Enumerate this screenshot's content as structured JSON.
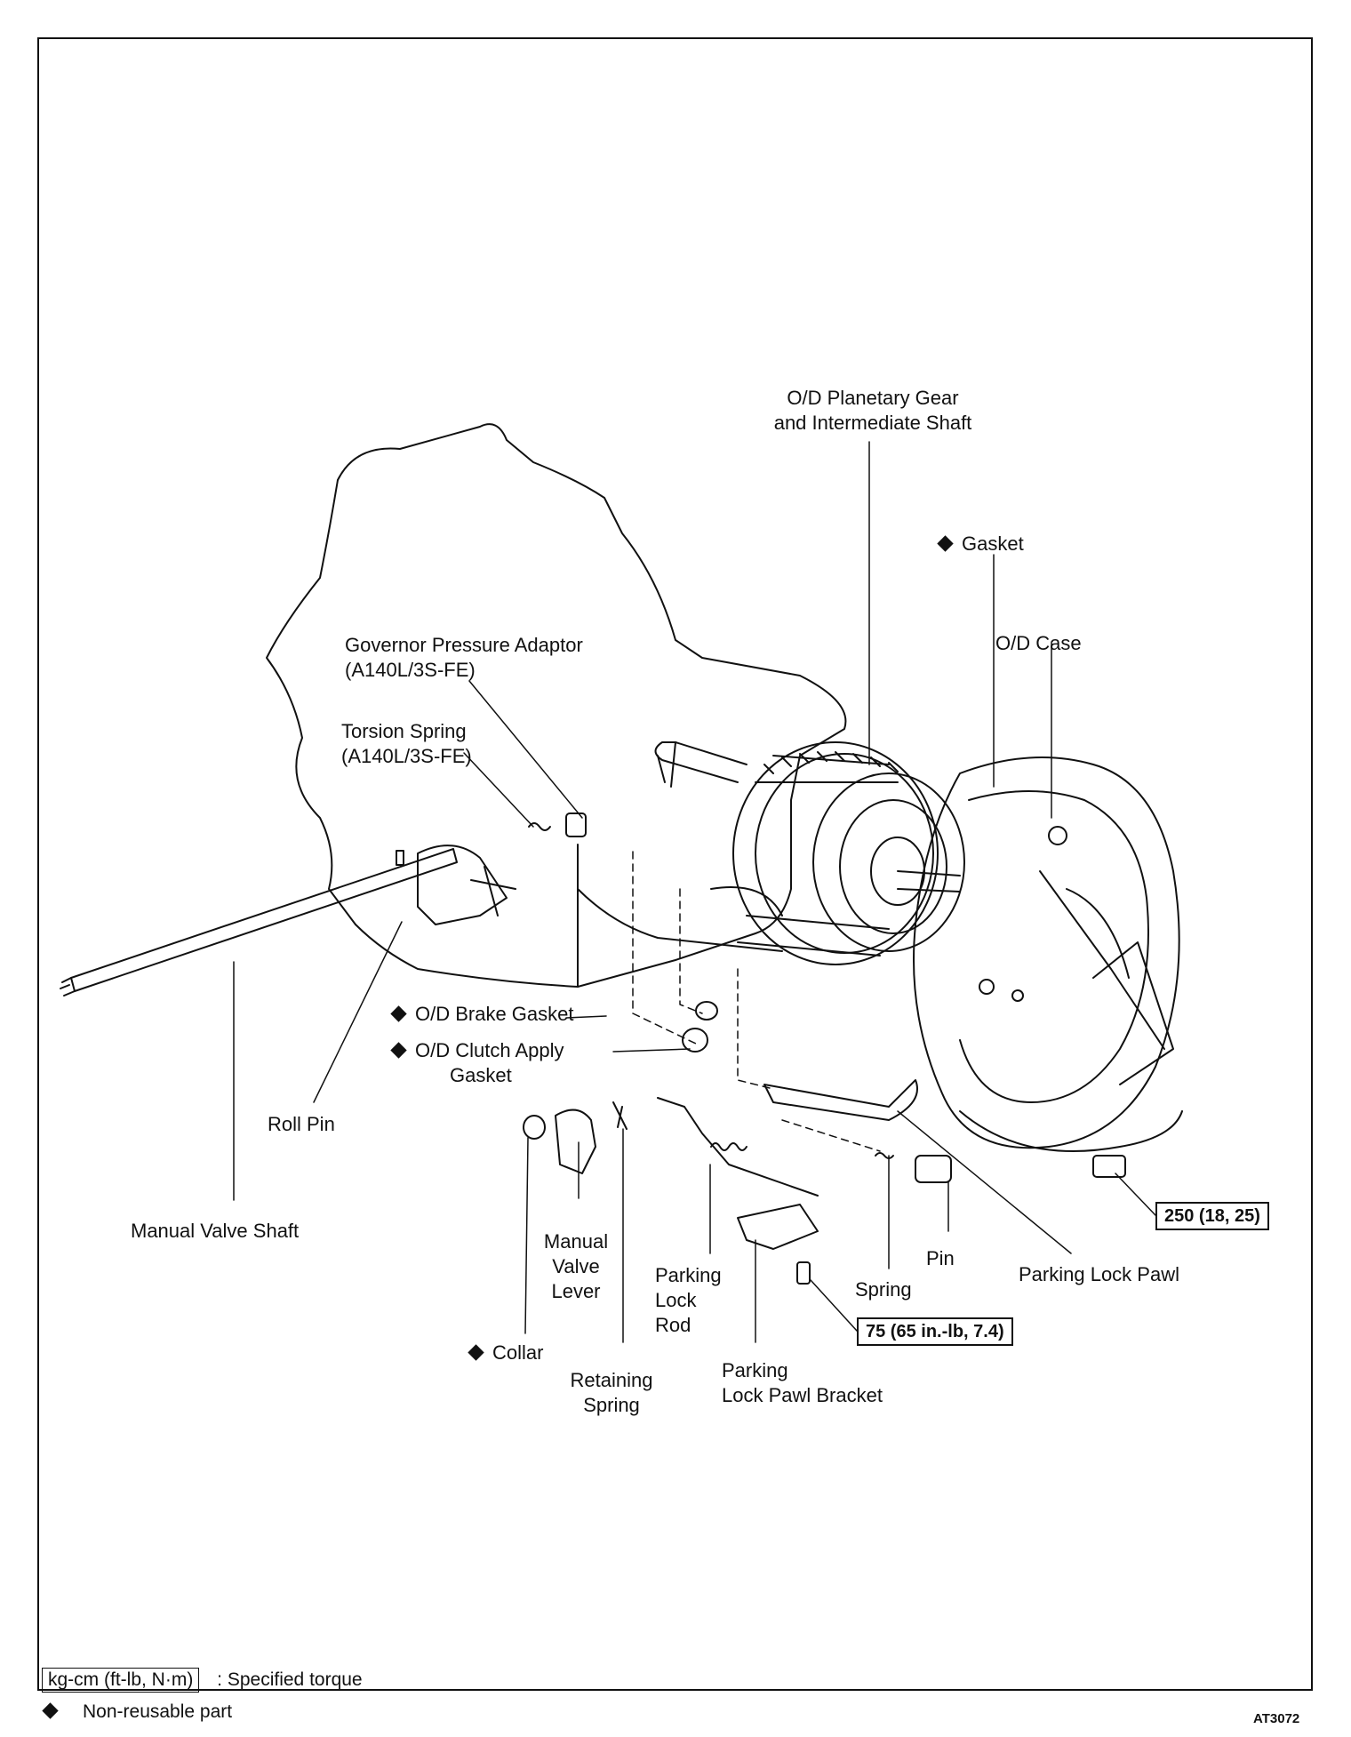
{
  "labels": {
    "od_planetary": [
      "O/D Planetary Gear",
      "and Intermediate Shaft"
    ],
    "gasket": "Gasket",
    "od_case": "O/D Case",
    "governor": [
      "Governor Pressure Adaptor",
      "(A140L/3S-FE)"
    ],
    "torsion": [
      "Torsion Spring",
      "(A140L/3S-FE)"
    ],
    "od_brake_gasket": "O/D Brake Gasket",
    "od_clutch_gasket": [
      "O/D Clutch Apply",
      "Gasket"
    ],
    "roll_pin": "Roll Pin",
    "manual_valve_shaft": "Manual Valve Shaft",
    "manual_valve_lever": [
      "Manual",
      "Valve",
      "Lever"
    ],
    "parking_lock_rod": [
      "Parking",
      "Lock",
      "Rod"
    ],
    "spring": "Spring",
    "pin": "Pin",
    "parking_lock_pawl": "Parking Lock Pawl",
    "collar": "Collar",
    "retaining_spring": [
      "Retaining",
      "Spring"
    ],
    "parking_lock_pawl_bracket": [
      "Parking",
      "Lock Pawl Bracket"
    ]
  },
  "torque": {
    "case_bolt": "250 (18, 25)",
    "bracket_bolt": "75 (65 in.-lb, 7.4)"
  },
  "legend": {
    "torque_unit": "kg-cm (ft-lb, N·m)",
    "torque_desc": ":  Specified torque",
    "nonreusable_desc": "Non-reusable part"
  },
  "figure_code": "AT3072"
}
